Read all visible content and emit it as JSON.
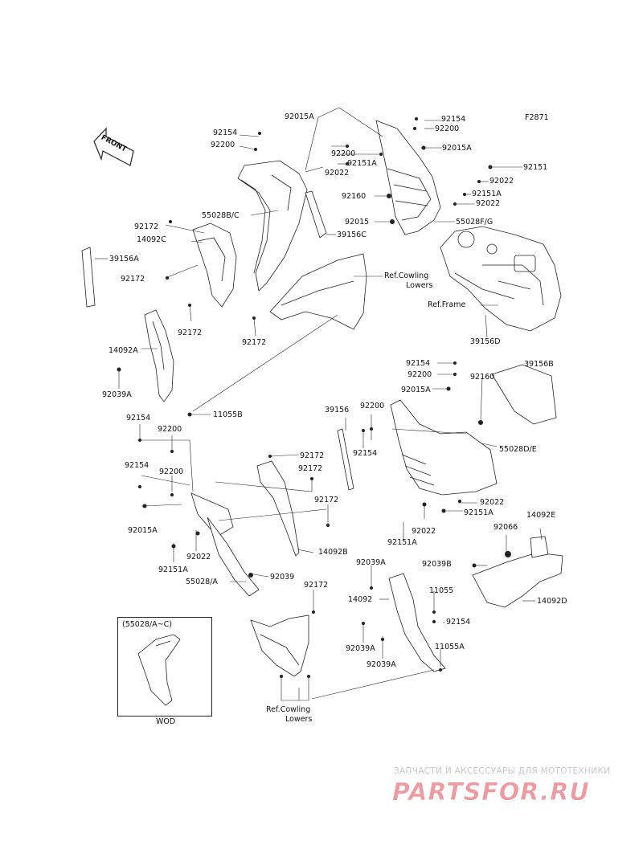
{
  "figure_code": "F2871",
  "front_badge": "FRONT",
  "callouts": [
    {
      "id": "a1",
      "text": "92015A"
    },
    {
      "id": "a2",
      "text": "92154"
    },
    {
      "id": "a3",
      "text": "92200"
    },
    {
      "id": "a4",
      "text": "92154"
    },
    {
      "id": "a5",
      "text": "92200"
    },
    {
      "id": "a6",
      "text": "92200"
    },
    {
      "id": "a7",
      "text": "92015A"
    },
    {
      "id": "a8",
      "text": "92151A"
    },
    {
      "id": "a9",
      "text": "92022"
    },
    {
      "id": "a10",
      "text": "92151"
    },
    {
      "id": "a11",
      "text": "92022"
    },
    {
      "id": "a12",
      "text": "92160"
    },
    {
      "id": "a13",
      "text": "92151A"
    },
    {
      "id": "a14",
      "text": "92022"
    },
    {
      "id": "a15",
      "text": "92015"
    },
    {
      "id": "a16",
      "text": "55028F/G"
    },
    {
      "id": "a17",
      "text": "55028B/C"
    },
    {
      "id": "a18",
      "text": "39156C"
    },
    {
      "id": "a19",
      "text": "92172"
    },
    {
      "id": "a20",
      "text": "14092C"
    },
    {
      "id": "a21",
      "text": "39156A"
    },
    {
      "id": "a22",
      "text": "92172"
    },
    {
      "id": "a23",
      "text": "92172"
    },
    {
      "id": "a24",
      "text": "Ref.Cowling"
    },
    {
      "id": "a25",
      "text": "Lowers"
    },
    {
      "id": "a26",
      "text": "Ref.Frame"
    },
    {
      "id": "a27",
      "text": "39156D"
    },
    {
      "id": "a28",
      "text": "92172"
    },
    {
      "id": "a29",
      "text": "14092A"
    },
    {
      "id": "a30",
      "text": "92039A"
    },
    {
      "id": "a31",
      "text": "11055B"
    },
    {
      "id": "a32",
      "text": "92154"
    },
    {
      "id": "a33",
      "text": "92200"
    },
    {
      "id": "a34",
      "text": "92015A"
    },
    {
      "id": "a35",
      "text": "39156B"
    },
    {
      "id": "a36",
      "text": "39156"
    },
    {
      "id": "a37",
      "text": "92200"
    },
    {
      "id": "a38",
      "text": "92160"
    },
    {
      "id": "a39",
      "text": "92154"
    },
    {
      "id": "a40",
      "text": "55028D/E"
    },
    {
      "id": "a41",
      "text": "92154"
    },
    {
      "id": "a42",
      "text": "92200"
    },
    {
      "id": "a43",
      "text": "92172"
    },
    {
      "id": "a44",
      "text": "92154"
    },
    {
      "id": "a45",
      "text": "92200"
    },
    {
      "id": "a46",
      "text": "92172"
    },
    {
      "id": "a47",
      "text": "92172"
    },
    {
      "id": "a48",
      "text": "92015A"
    },
    {
      "id": "a49",
      "text": "92022"
    },
    {
      "id": "a50",
      "text": "92151A"
    },
    {
      "id": "a51",
      "text": "92022"
    },
    {
      "id": "a52",
      "text": "92151A"
    },
    {
      "id": "a53",
      "text": "92022"
    },
    {
      "id": "a54",
      "text": "92151A"
    },
    {
      "id": "a55",
      "text": "14092E"
    },
    {
      "id": "a56",
      "text": "92066"
    },
    {
      "id": "a57",
      "text": "14092B"
    },
    {
      "id": "a58",
      "text": "92039B"
    },
    {
      "id": "a59",
      "text": "14092D"
    },
    {
      "id": "a60",
      "text": "55028/A"
    },
    {
      "id": "a61",
      "text": "92039"
    },
    {
      "id": "a62",
      "text": "92039A"
    },
    {
      "id": "a63",
      "text": "11055"
    },
    {
      "id": "a64",
      "text": "14092"
    },
    {
      "id": "a65",
      "text": "92154"
    },
    {
      "id": "a66",
      "text": "92172"
    },
    {
      "id": "a67",
      "text": "92039A"
    },
    {
      "id": "a68",
      "text": "11055A"
    },
    {
      "id": "a69",
      "text": "92039A"
    },
    {
      "id": "a70",
      "text": "Ref.Cowling"
    },
    {
      "id": "a71",
      "text": "Lowers"
    }
  ],
  "inset": {
    "title": "(55028/A~C)",
    "caption": "WOD"
  },
  "watermark": {
    "tagline": "ЗАПЧАСТИ И АКСЕССУАРЫ ДЛЯ МОТОТЕХНИКИ",
    "logo": "PARTSFOR.RU"
  },
  "colors": {
    "line": "#222222",
    "fill": "#ffffff",
    "shade": "#e6e6e6",
    "watermark": "#ed9aa0"
  }
}
